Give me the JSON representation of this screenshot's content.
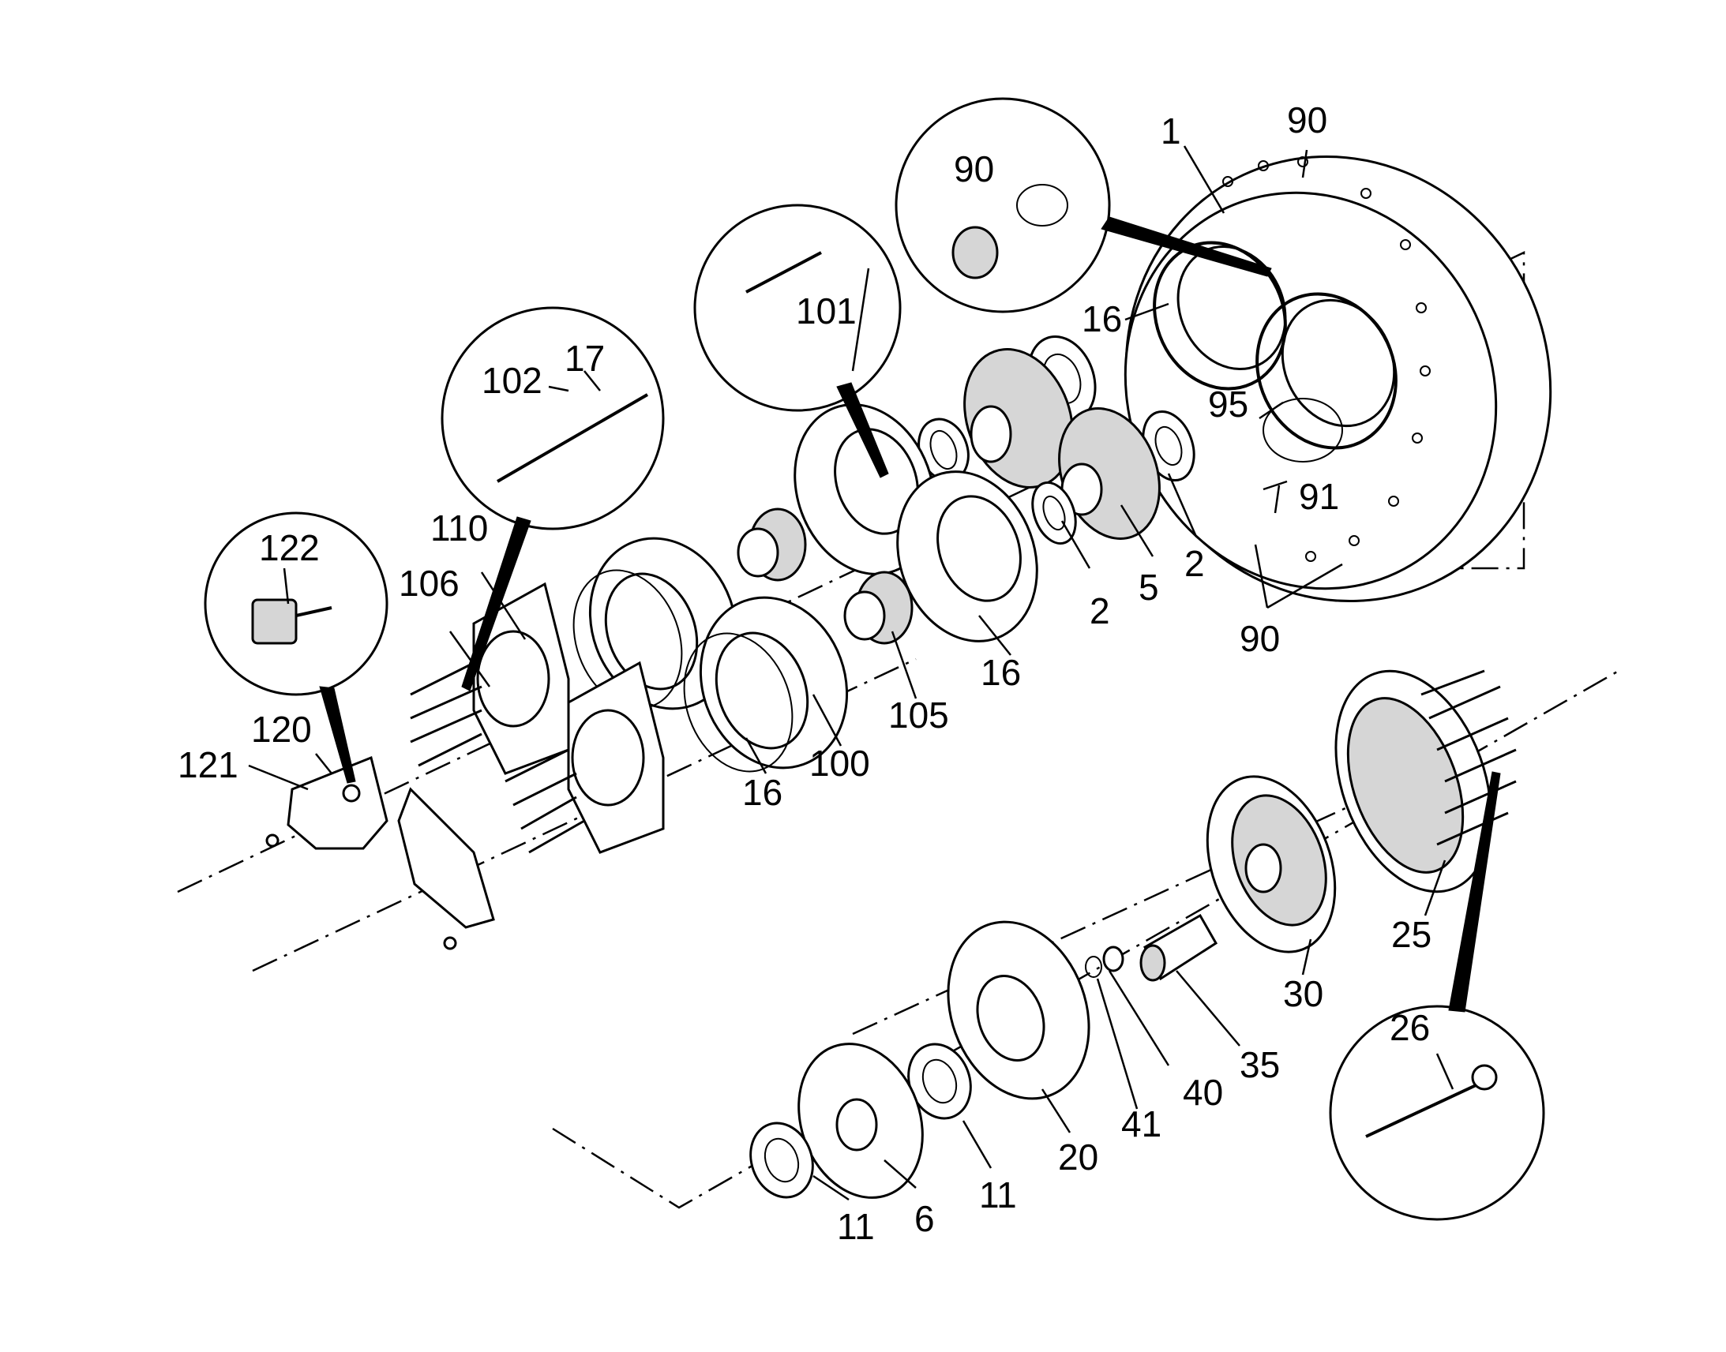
{
  "callouts": [
    {
      "id": "c-1",
      "label": "1"
    },
    {
      "id": "c-90a",
      "label": "90"
    },
    {
      "id": "c-90b",
      "label": "90"
    },
    {
      "id": "c-16a",
      "label": "16"
    },
    {
      "id": "c-95",
      "label": "95"
    },
    {
      "id": "c-91",
      "label": "91"
    },
    {
      "id": "c-2a",
      "label": "2"
    },
    {
      "id": "c-5",
      "label": "5"
    },
    {
      "id": "c-2b",
      "label": "2"
    },
    {
      "id": "c-90c",
      "label": "90"
    },
    {
      "id": "c-101",
      "label": "101"
    },
    {
      "id": "c-102",
      "label": "102"
    },
    {
      "id": "c-17",
      "label": "17"
    },
    {
      "id": "c-110",
      "label": "110"
    },
    {
      "id": "c-106",
      "label": "106"
    },
    {
      "id": "c-122",
      "label": "122"
    },
    {
      "id": "c-120",
      "label": "120"
    },
    {
      "id": "c-121",
      "label": "121"
    },
    {
      "id": "c-16b",
      "label": "16"
    },
    {
      "id": "c-105",
      "label": "105"
    },
    {
      "id": "c-100",
      "label": "100"
    },
    {
      "id": "c-16c",
      "label": "16"
    },
    {
      "id": "c-25",
      "label": "25"
    },
    {
      "id": "c-30",
      "label": "30"
    },
    {
      "id": "c-35",
      "label": "35"
    },
    {
      "id": "c-40",
      "label": "40"
    },
    {
      "id": "c-41",
      "label": "41"
    },
    {
      "id": "c-20",
      "label": "20"
    },
    {
      "id": "c-26",
      "label": "26"
    },
    {
      "id": "c-11a",
      "label": "11"
    },
    {
      "id": "c-6",
      "label": "6"
    },
    {
      "id": "c-11b",
      "label": "11"
    }
  ]
}
